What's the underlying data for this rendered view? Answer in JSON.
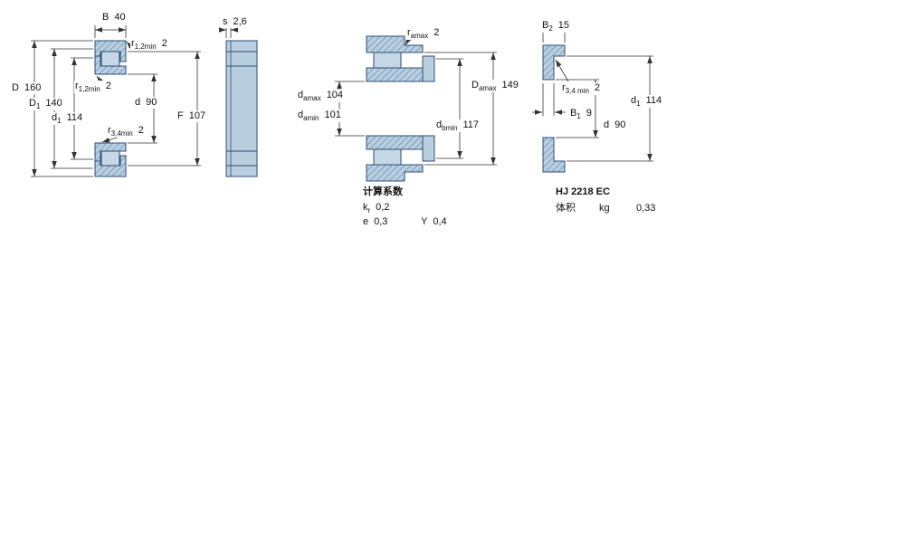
{
  "drawings": {
    "left": {
      "labels": {
        "B": {
          "base": "B",
          "value": "40"
        },
        "r12_top": {
          "base": "r",
          "sub": "1,2min",
          "value": "2"
        },
        "D": {
          "base": "D",
          "value": "160"
        },
        "D1": {
          "base": "D",
          "sub": "1",
          "value": "140"
        },
        "d1": {
          "base": "d",
          "sub": "1",
          "value": "114"
        },
        "r12_mid": {
          "base": "r",
          "sub": "1,2min",
          "value": "2"
        },
        "d": {
          "base": "d",
          "value": "90"
        },
        "F": {
          "base": "F",
          "value": "107"
        },
        "r34": {
          "base": "r",
          "sub": "3,4min",
          "value": "2"
        }
      }
    },
    "side": {
      "labels": {
        "s": {
          "base": "s",
          "value": "2,6"
        }
      }
    },
    "middle": {
      "labels": {
        "ra": {
          "base": "r",
          "sub": "amax",
          "value": "2"
        },
        "damax": {
          "base": "d",
          "sub": "amax",
          "value": "104"
        },
        "damin": {
          "base": "d",
          "sub": "amin",
          "value": "101"
        },
        "Damax": {
          "base": "D",
          "sub": "amax",
          "value": "149"
        },
        "dbmin": {
          "base": "d",
          "sub": "bmin",
          "value": "117"
        }
      }
    },
    "right": {
      "labels": {
        "B2": {
          "base": "B",
          "sub": "2",
          "value": "15"
        },
        "r34": {
          "base": "r",
          "sub": "3,4 min",
          "value": "2"
        },
        "d1": {
          "base": "d",
          "sub": "1",
          "value": "114"
        },
        "B1": {
          "base": "B",
          "sub": "1",
          "value": "9"
        },
        "d": {
          "base": "d",
          "value": "90"
        }
      }
    }
  },
  "calculation": {
    "title": "计算系数",
    "kr": {
      "base": "k",
      "sub": "r",
      "value": "0,2"
    },
    "e": {
      "base": "e",
      "value": "0,3"
    },
    "Y": {
      "base": "Y",
      "value": "0,4"
    }
  },
  "product": {
    "designation": "HJ 2218 EC",
    "volume_label": "体积",
    "unit": "kg",
    "value": "0,33"
  },
  "colors": {
    "fill_light": "#c6d7e6",
    "fill_mid": "#b9cfe0",
    "stroke_blue": "#2e4d74",
    "hatch_line": "#5b7fa6",
    "dim_line": "#333333"
  }
}
